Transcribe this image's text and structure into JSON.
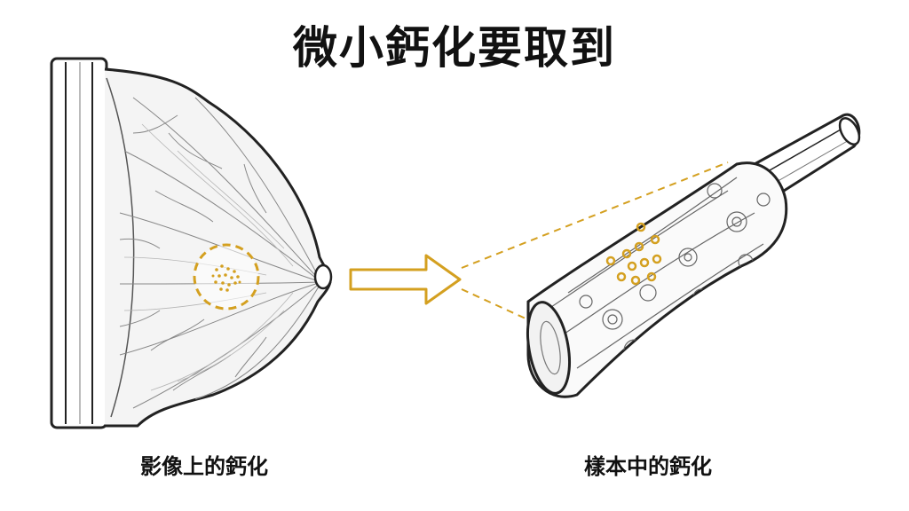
{
  "title": "微小鈣化要取到",
  "left_caption": "影像上的鈣化",
  "right_caption": "樣本中的鈣化",
  "colors": {
    "accent": "#D4A020",
    "line": "#222222",
    "background": "#ffffff"
  }
}
